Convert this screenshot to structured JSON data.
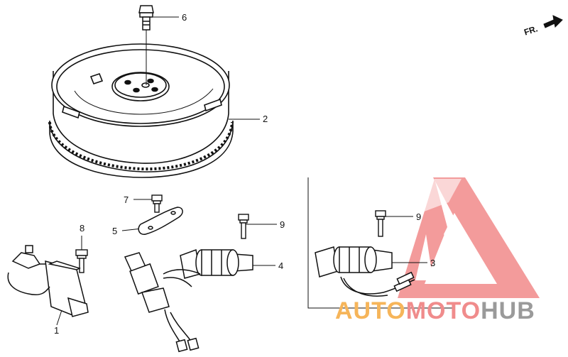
{
  "diagram": {
    "direction_label": "FR.",
    "callouts": [
      {
        "id": "1",
        "text": "1"
      },
      {
        "id": "2",
        "text": "2"
      },
      {
        "id": "3",
        "text": "3"
      },
      {
        "id": "4",
        "text": "4"
      },
      {
        "id": "5",
        "text": "5"
      },
      {
        "id": "6",
        "text": "6"
      },
      {
        "id": "7",
        "text": "7"
      },
      {
        "id": "8",
        "text": "8"
      },
      {
        "id": "9a",
        "text": "9"
      },
      {
        "id": "9b",
        "text": "9"
      }
    ]
  },
  "watermark": {
    "part1": "AUTO",
    "part2": "MOTO",
    "part3": "HUB",
    "colors": {
      "auto": "#f6b55a",
      "moto": "#f08c8c",
      "hub": "#9a9a9a",
      "logo": "#f07a7a"
    }
  }
}
